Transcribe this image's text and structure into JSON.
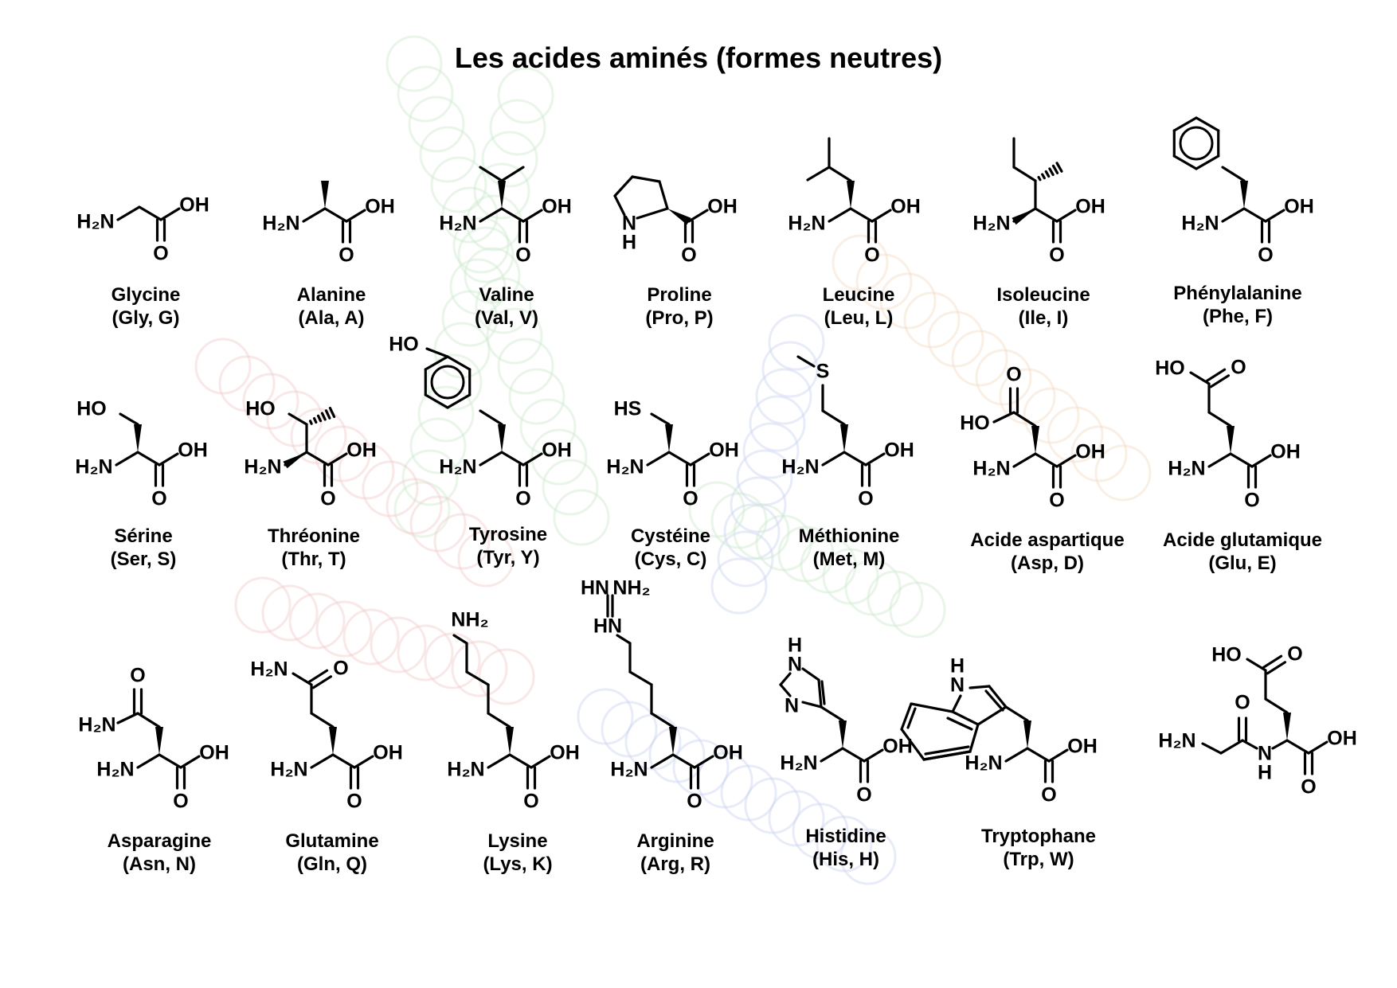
{
  "title": "Les acides aminés (formes neutres)",
  "colors": {
    "ink": "#000000",
    "watermark_green": "#cfe8cf",
    "watermark_red": "#f2cccc",
    "watermark_blue": "#ccd4f0",
    "watermark_orange": "#f5dcc4"
  },
  "atoms": {
    "h2n": "H₂N",
    "nh2": "NH₂",
    "oh": "OH",
    "ho": "HO",
    "o": "O",
    "n": "N",
    "h": "H",
    "hn": "HN",
    "hs": "HS",
    "s": "S"
  },
  "amino_acids": [
    {
      "name": "Glycine",
      "code": "(Gly, G)"
    },
    {
      "name": "Alanine",
      "code": "(Ala, A)"
    },
    {
      "name": "Valine",
      "code": "(Val, V)"
    },
    {
      "name": "Proline",
      "code": "(Pro, P)"
    },
    {
      "name": "Leucine",
      "code": "(Leu, L)"
    },
    {
      "name": "Isoleucine",
      "code": "(Ile, I)"
    },
    {
      "name": "Phénylalanine",
      "code": "(Phe, F)"
    },
    {
      "name": "Sérine",
      "code": "(Ser, S)"
    },
    {
      "name": "Thréonine",
      "code": "(Thr, T)"
    },
    {
      "name": "Tyrosine",
      "code": "(Tyr, Y)"
    },
    {
      "name": "Cystéine",
      "code": "(Cys, C)"
    },
    {
      "name": "Méthionine",
      "code": "(Met, M)"
    },
    {
      "name": "Acide aspartique",
      "code": "(Asp, D)"
    },
    {
      "name": "Acide glutamique",
      "code": "(Glu, E)"
    },
    {
      "name": "Asparagine",
      "code": "(Asn, N)"
    },
    {
      "name": "Glutamine",
      "code": "(Gln, Q)"
    },
    {
      "name": "Lysine",
      "code": "(Lys, K)"
    },
    {
      "name": "Arginine",
      "code": "(Arg, R)"
    },
    {
      "name": "Histidine",
      "code": "(His, H)"
    },
    {
      "name": "Tryptophane",
      "code": "(Trp, W)"
    }
  ]
}
